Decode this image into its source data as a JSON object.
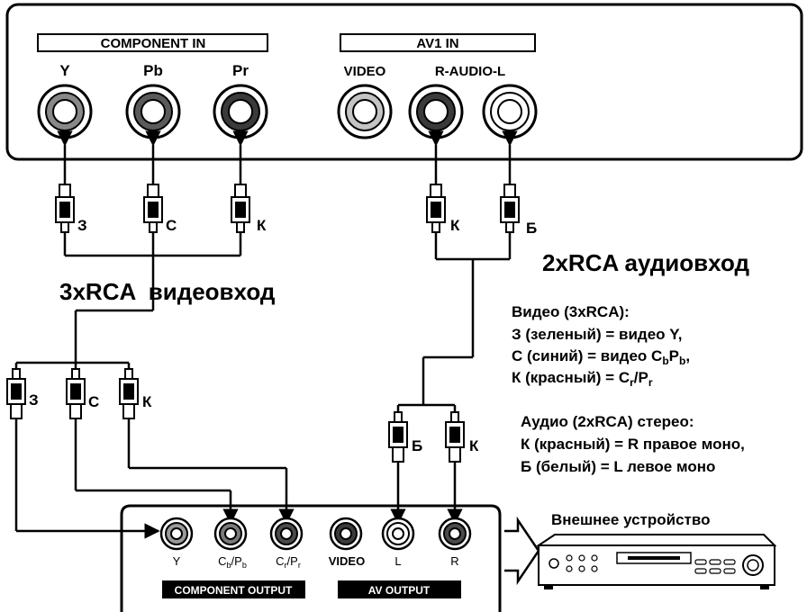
{
  "tv_panel": {
    "component_header": "COMPONENT IN",
    "av1_header": "AV1 IN",
    "jacks": [
      {
        "label": "Y"
      },
      {
        "label": "Pb"
      },
      {
        "label": "Pr"
      },
      {
        "label": "VIDEO"
      },
      {
        "label": "R-AUDIO-L"
      }
    ]
  },
  "cables": {
    "top_video": [
      "З",
      "С",
      "К"
    ],
    "top_audio": [
      "К",
      "Б"
    ],
    "bottom_video": [
      "З",
      "С",
      "К"
    ],
    "bottom_audio": [
      "Б",
      "К"
    ]
  },
  "captions": {
    "video_caption": "3xRCA  видеовход",
    "audio_caption": "2xRCA аудиовход"
  },
  "legend": {
    "video_title": "Видео (3xRCA):",
    "video_g": "З (зеленый) = видео Y,",
    "video_b_prefix": "С (синий) = видео C",
    "video_b_sub1": "b",
    "video_b_mid": "P",
    "video_b_sub2": "b",
    "video_b_suffix": ",",
    "video_r_prefix": "К (красный) = C",
    "video_r_sub1": "r",
    "video_r_mid": "/P",
    "video_r_sub2": "r",
    "audio_title": "Аудио (2xRCA) стерео:",
    "audio_r": "К (красный) = R правое моно,",
    "audio_l": "Б (белый) = L левое моно"
  },
  "device": {
    "title": "Внешнее устройство",
    "jacks": {
      "y": "Y",
      "cb_main": "C",
      "cb_sub1": "b",
      "cb_mid": "/P",
      "cb_sub2": "b",
      "cr_main": "C",
      "cr_sub1": "r",
      "cr_mid": "/P",
      "cr_sub2": "r",
      "video": "VIDEO",
      "l": "L",
      "r": "R"
    },
    "component_output": "COMPONENT OUTPUT",
    "av_output": "AV OUTPUT"
  },
  "colors": {
    "ink": "#000000",
    "jack_grey": "#9a9a9a",
    "jack_dark": "#3a3a3a",
    "jack_light": "#d0d0d0"
  }
}
